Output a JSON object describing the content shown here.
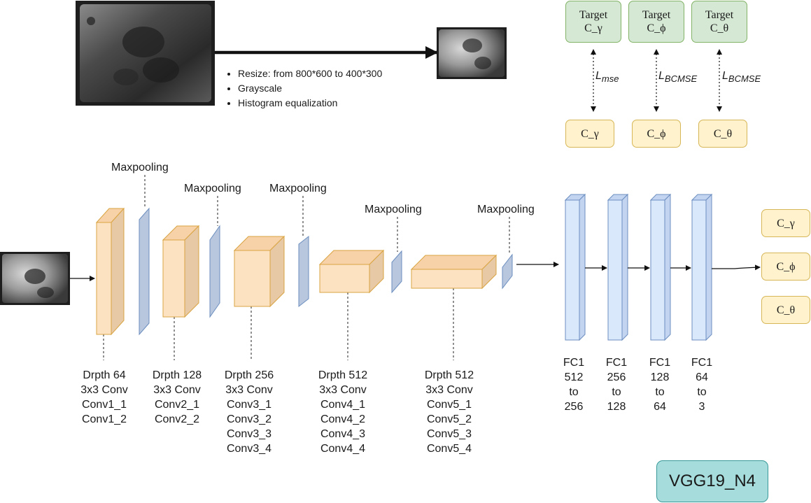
{
  "preprocess": {
    "steps": [
      "Resize: from 800*600 to 400*300",
      "Grayscale",
      "Histogram equalization"
    ]
  },
  "targets": [
    {
      "line1": "Target",
      "line2": "C_γ"
    },
    {
      "line1": "Target",
      "line2": "C_ϕ"
    },
    {
      "line1": "Target",
      "line2": "C_θ"
    }
  ],
  "predictions": [
    "C_γ",
    "C_ϕ",
    "C_θ"
  ],
  "losses": [
    {
      "main": "L",
      "sub": "mse"
    },
    {
      "main": "L",
      "sub": "BCMSE"
    },
    {
      "main": "L",
      "sub": "BCMSE"
    }
  ],
  "maxpool_label": "Maxpooling",
  "conv_blocks": [
    {
      "lines": [
        "Drpth 64",
        "3x3 Conv",
        "Conv1_1",
        "Conv1_2"
      ]
    },
    {
      "lines": [
        "Drpth 128",
        "3x3 Conv",
        "Conv2_1",
        "Conv2_2"
      ]
    },
    {
      "lines": [
        "Drpth 256",
        "3x3 Conv",
        "Conv3_1",
        "Conv3_2",
        "Conv3_3",
        "Conv3_4"
      ]
    },
    {
      "lines": [
        "Drpth 512",
        "3x3 Conv",
        "Conv4_1",
        "Conv4_2",
        "Conv4_3",
        "Conv4_4"
      ]
    },
    {
      "lines": [
        "Drpth 512",
        "3x3 Conv",
        "Conv5_1",
        "Conv5_2",
        "Conv5_3",
        "Conv5_4"
      ]
    }
  ],
  "fc_layers": [
    {
      "lines": [
        "FC1",
        "512",
        "to",
        "256"
      ]
    },
    {
      "lines": [
        "FC1",
        "256",
        "to",
        "128"
      ]
    },
    {
      "lines": [
        "FC1",
        "128",
        "to",
        "64"
      ]
    },
    {
      "lines": [
        "FC1",
        "64",
        "to",
        "3"
      ]
    }
  ],
  "outputs": [
    "C_γ",
    "C_ϕ",
    "C_θ"
  ],
  "model_name": "VGG19_N4",
  "colors": {
    "conv_front": "#fde2c2",
    "conv_top": "#f7d1a8",
    "conv_side": "#e8c9a6",
    "conv_stroke": "#d9a441",
    "pool_fill": "#b8c7de",
    "pool_stroke": "#6c8ebf",
    "fc_fill": "#dae8fc",
    "fc_side": "#c3d4f0",
    "fc_stroke": "#6c8ebf",
    "green_fill": "#d5e8d4",
    "yellow_fill": "#fff2cc",
    "tag_fill": "#a6dcdc"
  }
}
